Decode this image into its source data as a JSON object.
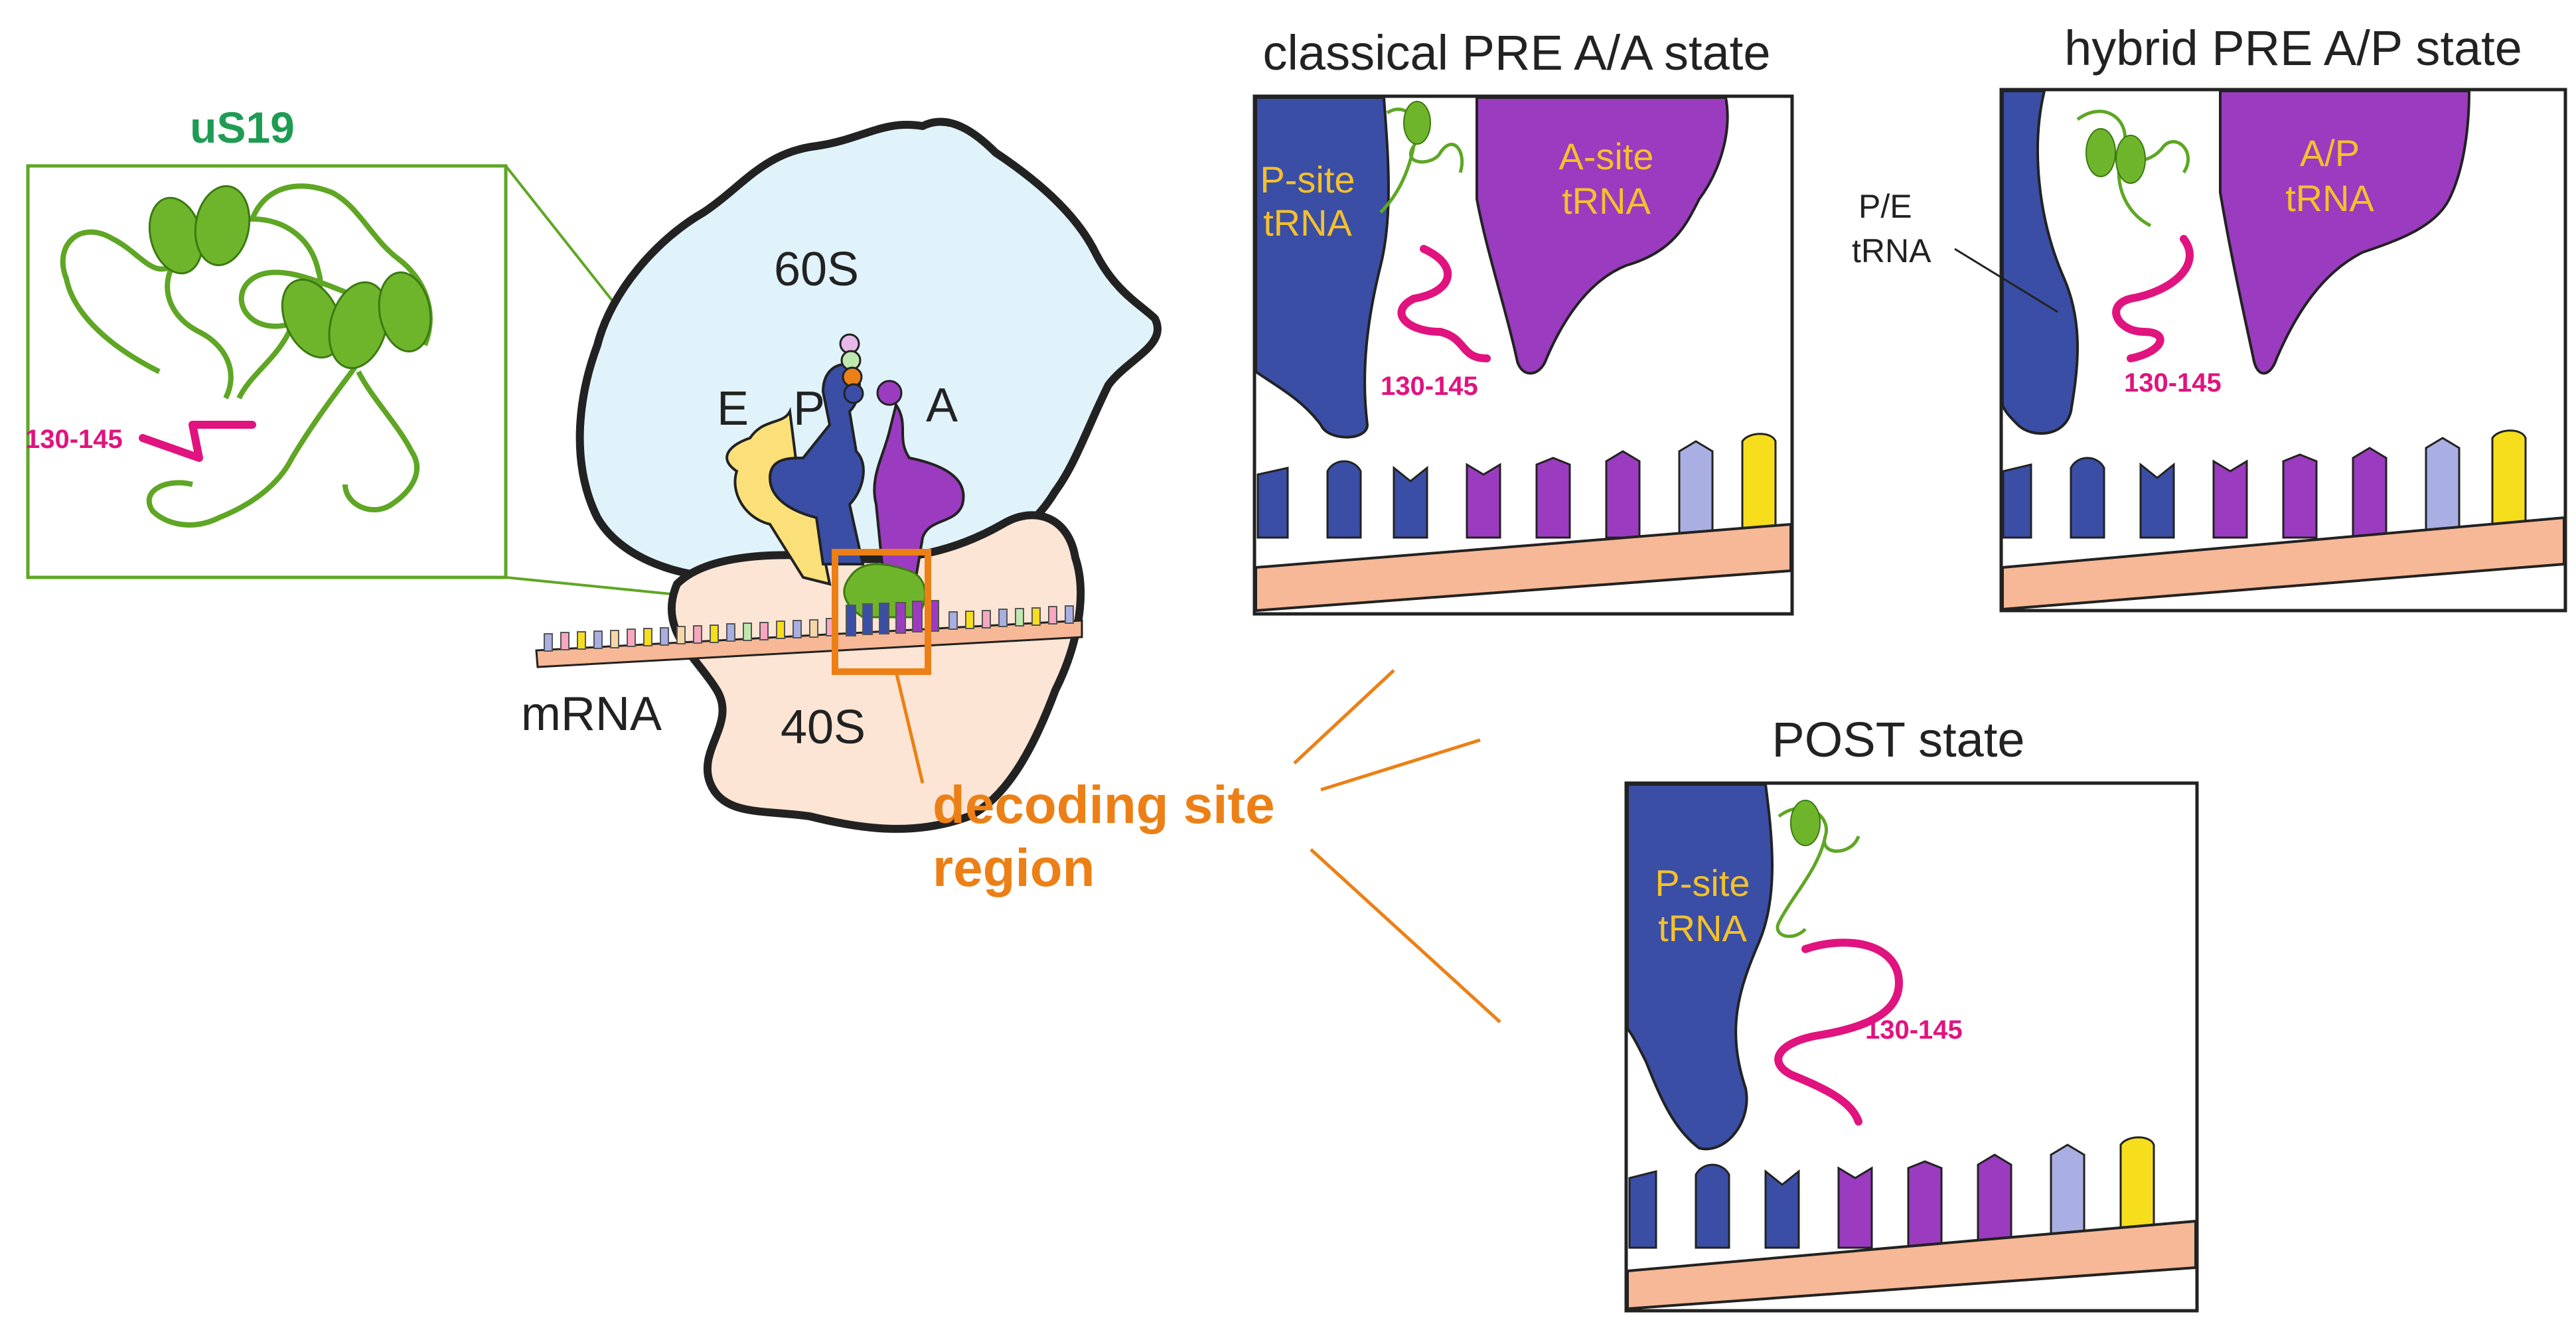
{
  "inset": {
    "protein_name": "uS19",
    "loop_label": "130-145"
  },
  "ribosome": {
    "large_subunit": "60S",
    "small_subunit": "40S",
    "site_e": "E",
    "site_p": "P",
    "site_a": "A",
    "mrna_label": "mRNA",
    "decoding_line1": "decoding site",
    "decoding_line2": "region"
  },
  "states": {
    "classical": {
      "title": "classical PRE A/A state",
      "p_trna_line1": "P-site",
      "p_trna_line2": "tRNA",
      "a_trna_line1": "A-site",
      "a_trna_line2": "tRNA",
      "loop_label": "130-145"
    },
    "hybrid": {
      "title": "hybrid PRE A/P state",
      "pe_line1": "P/E",
      "pe_line2": "tRNA",
      "ap_line1": "A/P",
      "ap_line2": "tRNA",
      "loop_label": "130-145"
    },
    "post": {
      "title": "POST state",
      "p_trna_line1": "P-site",
      "p_trna_line2": "tRNA",
      "loop_label": "130-145"
    }
  },
  "colors": {
    "protein_green": "#5ea624",
    "title_green": "#1f9c53",
    "loop_magenta": "#e0137f",
    "orange": "#ec8016",
    "trna_blue": "#3a4ea6",
    "trna_purple": "#9b3bbf",
    "trna_yellow": "#fbe07a",
    "label_gold": "#f4c12a",
    "sixty_s": "#e1f3fa",
    "forty_s": "#fce5d4",
    "mrna": "#f6b896",
    "codon_lavender": "#a9afe2",
    "codon_yellow": "#f7de1c"
  }
}
